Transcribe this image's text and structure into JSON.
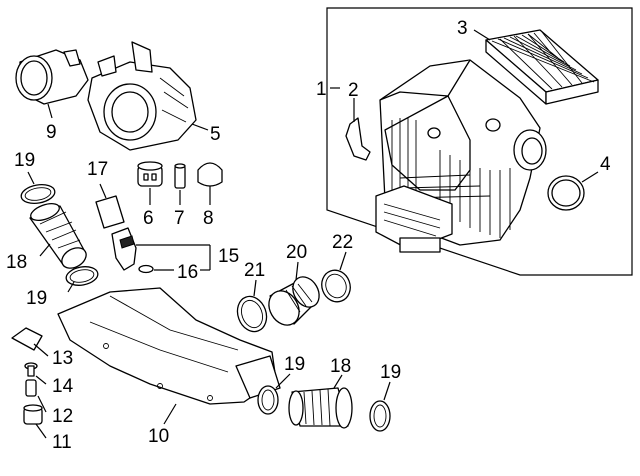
{
  "diagram": {
    "callouts": [
      {
        "id": "c1",
        "label": "1"
      },
      {
        "id": "c2",
        "label": "2"
      },
      {
        "id": "c3",
        "label": "3"
      },
      {
        "id": "c4",
        "label": "4"
      },
      {
        "id": "c5",
        "label": "5"
      },
      {
        "id": "c6",
        "label": "6"
      },
      {
        "id": "c7",
        "label": "7"
      },
      {
        "id": "c8",
        "label": "8"
      },
      {
        "id": "c9",
        "label": "9"
      },
      {
        "id": "c10",
        "label": "10"
      },
      {
        "id": "c11",
        "label": "11"
      },
      {
        "id": "c12",
        "label": "12"
      },
      {
        "id": "c13",
        "label": "13"
      },
      {
        "id": "c14",
        "label": "14"
      },
      {
        "id": "c15",
        "label": "15"
      },
      {
        "id": "c16",
        "label": "16"
      },
      {
        "id": "c17",
        "label": "17"
      },
      {
        "id": "c18a",
        "label": "18"
      },
      {
        "id": "c18b",
        "label": "18"
      },
      {
        "id": "c19a",
        "label": "19"
      },
      {
        "id": "c19b",
        "label": "19"
      },
      {
        "id": "c19c",
        "label": "19"
      },
      {
        "id": "c19d",
        "label": "19"
      },
      {
        "id": "c20",
        "label": "20"
      },
      {
        "id": "c21",
        "label": "21"
      },
      {
        "id": "c22",
        "label": "22"
      }
    ]
  }
}
